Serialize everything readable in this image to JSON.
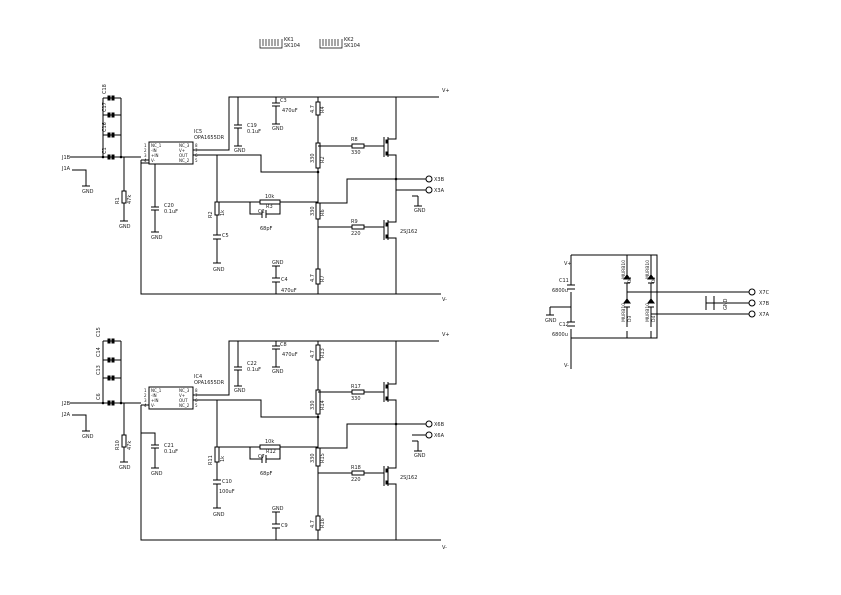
{
  "heatsinks": [
    {
      "ref": "KK1",
      "value": "SK104"
    },
    {
      "ref": "KK2",
      "value": "SK104"
    }
  ],
  "channel_a": {
    "input": "J1B",
    "input_gnd": "J1A",
    "opamp_ref": "IC5",
    "opamp_value": "OPA1655DR",
    "opamp_pins": [
      "1",
      "2",
      "3",
      "4",
      "8",
      "7",
      "6",
      "5"
    ],
    "opamp_pin_names": [
      "NC_1",
      "-IN",
      "+IN",
      "V-",
      "NC_3",
      "V+",
      "OUT",
      "NC_2"
    ],
    "caps_stack": [
      "C18",
      "C17",
      "C16",
      "C1"
    ],
    "r_in": {
      "ref": "R1",
      "value": "47k"
    },
    "c_in": {
      "ref": "C20",
      "value": "0.1uF"
    },
    "c_dec": {
      "ref": "C19",
      "value": "0.1uF"
    },
    "c_top": {
      "ref": "C3",
      "value": "470uF"
    },
    "c_bot": {
      "ref": "C4",
      "value": "470uF"
    },
    "r_top": {
      "ref": "R4",
      "value": "4.7"
    },
    "r_mid1": {
      "ref": "R2",
      "value": "330"
    },
    "r_mid2": {
      "ref": "R6",
      "value": "330"
    },
    "r_bot": {
      "ref": "R7",
      "value": "4.7"
    },
    "r_fb_gnd": {
      "ref": "R2",
      "value": "1k"
    },
    "c_fb_gnd": {
      "ref": "C5",
      "value": ""
    },
    "r_fb": {
      "ref": "R3",
      "value": "10k"
    },
    "c_fb": {
      "ref": "C2",
      "value": "68pF"
    },
    "r_gate_top": {
      "ref": "R8",
      "value": "330"
    },
    "r_gate_bot": {
      "ref": "R9",
      "value": "220"
    },
    "fet_value": "2SJ162",
    "out_b": "X3B",
    "out_a": "X3A"
  },
  "channel_b": {
    "input": "J2B",
    "input_gnd": "J2A",
    "opamp_ref": "IC4",
    "opamp_value": "OPA1655DR",
    "opamp_pins": [
      "1",
      "2",
      "3",
      "4",
      "8",
      "7",
      "6",
      "5"
    ],
    "opamp_pin_names": [
      "NC_1",
      "-IN",
      "+IN",
      "V-",
      "NC_3",
      "V+",
      "OUT",
      "NC_2"
    ],
    "caps_stack": [
      "C15",
      "C14",
      "C13",
      "C6"
    ],
    "r_in": {
      "ref": "R10",
      "value": "47k"
    },
    "c_in": {
      "ref": "C21",
      "value": "0.1uF"
    },
    "c_dec": {
      "ref": "C22",
      "value": "0.1uF"
    },
    "c_top": {
      "ref": "C8",
      "value": "470uF"
    },
    "c_bot": {
      "ref": "C9",
      "value": ""
    },
    "r_top": {
      "ref": "R13",
      "value": "4.7"
    },
    "r_mid1": {
      "ref": "R14",
      "value": "330"
    },
    "r_mid2": {
      "ref": "R15",
      "value": "330"
    },
    "r_bot": {
      "ref": "R16",
      "value": "4.7"
    },
    "r_fb_gnd": {
      "ref": "R11",
      "value": "1k"
    },
    "c_fb_gnd": {
      "ref": "C10",
      "value": "100uF"
    },
    "r_fb": {
      "ref": "R12",
      "value": "10k"
    },
    "c_fb": {
      "ref": "C7",
      "value": "68pF"
    },
    "r_gate_top": {
      "ref": "R17",
      "value": "330"
    },
    "r_gate_bot": {
      "ref": "R18",
      "value": "220"
    },
    "fet_value": "2SJ162",
    "out_b": "X6B",
    "out_a": "X6A"
  },
  "power": {
    "c_top": {
      "ref": "C11",
      "value": "6800u"
    },
    "c_bot": {
      "ref": "C12",
      "value": "6800u"
    },
    "diodes": [
      "MURB10",
      "MURB10",
      "MURB10",
      "MURB10"
    ],
    "diode_refs": [
      "D1",
      "D2",
      "D3",
      "D4"
    ],
    "out_c": "X7C",
    "out_b": "X7B",
    "out_a": "X7A"
  },
  "labels": {
    "vplus": "V+",
    "vminus": "V-",
    "gnd": "GND"
  }
}
